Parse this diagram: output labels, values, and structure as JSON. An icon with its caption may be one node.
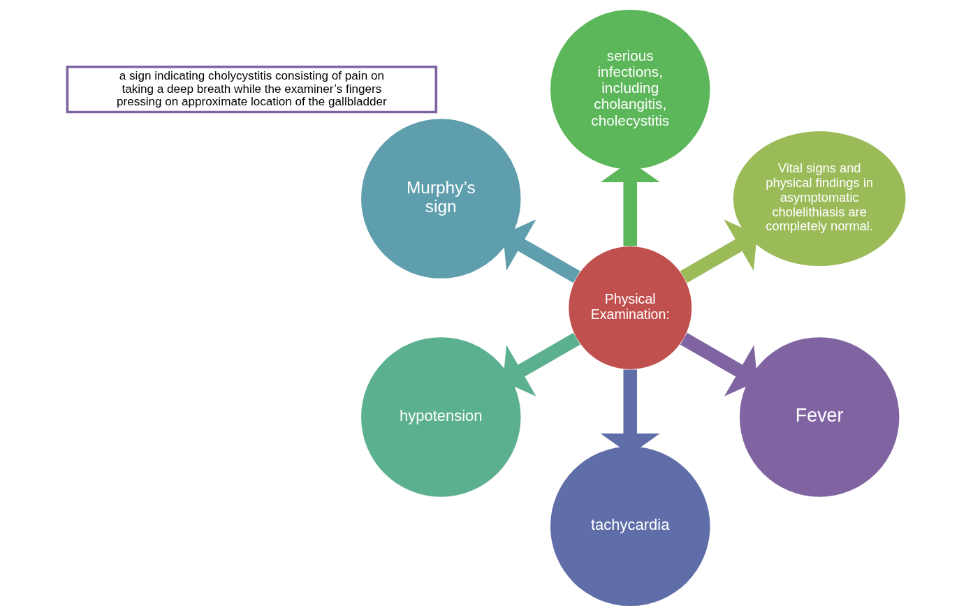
{
  "diagram": {
    "nodes": [
      {
        "text": [
          "Physical Examination:"
        ]
      },
      {
        "text": [
          "Vital signs and physical findings in asymptomatic cholelithiasis are completely normal."
        ]
      },
      {
        "text": [
          "serious infections, including cholangitis, cholecystitis"
        ]
      },
      {
        "text": [
          "Murphy’s sign"
        ]
      },
      {
        "text": [
          "hypotension"
        ]
      },
      {
        "text": [
          "tachycardia"
        ]
      },
      {
        "text": [
          "Fever"
        ]
      },
      {
        "text": [
          "a sign indicating cholycystitis consisting of pain on taking a deep breath while the examiner’s fingers pressing on approximate location of the gallbladder"
        ]
      }
    ],
    "edges": [
      {
        "from": 0,
        "to": 1,
        "arrow": "to",
        "color": "#9bbb59"
      },
      {
        "from": 0,
        "to": 2,
        "arrow": "to",
        "color": "#5cb75a"
      },
      {
        "from": 0,
        "to": 3,
        "arrow": "to",
        "color": "#5f9ead"
      },
      {
        "from": 0,
        "to": 4,
        "arrow": "to",
        "color": "#5bb08f"
      },
      {
        "from": 0,
        "to": 5,
        "arrow": "to",
        "color": "#5f6ea8"
      },
      {
        "from": 0,
        "to": 6,
        "arrow": "to",
        "color": "#8064a2"
      }
    ]
  }
}
